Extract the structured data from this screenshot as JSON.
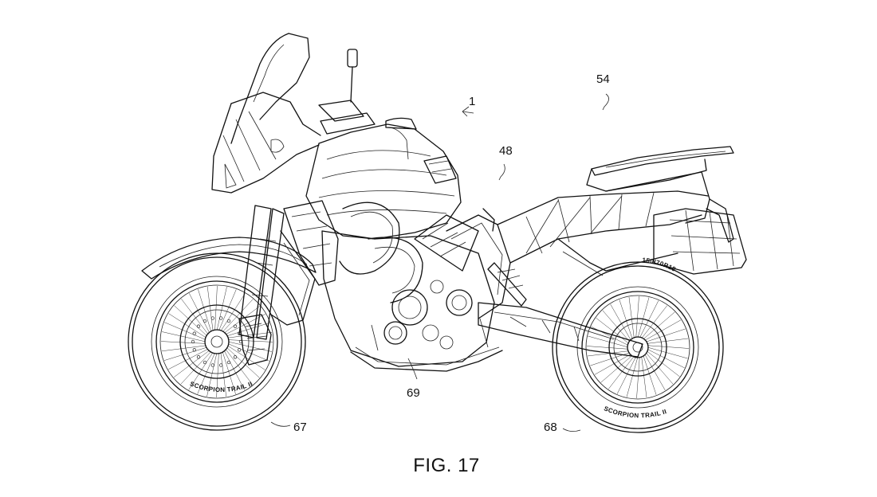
{
  "figure": {
    "caption": "FIG. 17",
    "references": {
      "motorcycle": "1",
      "rear_assembly": "54",
      "frame": "48",
      "front_wheel": "67",
      "rear_wheel": "68",
      "engine_guard": "69"
    },
    "tires": {
      "front_brand": "SCORPION TRAIL II",
      "rear_brand": "SCORPION TRAIL II",
      "rear_size": "150/70R18"
    }
  }
}
